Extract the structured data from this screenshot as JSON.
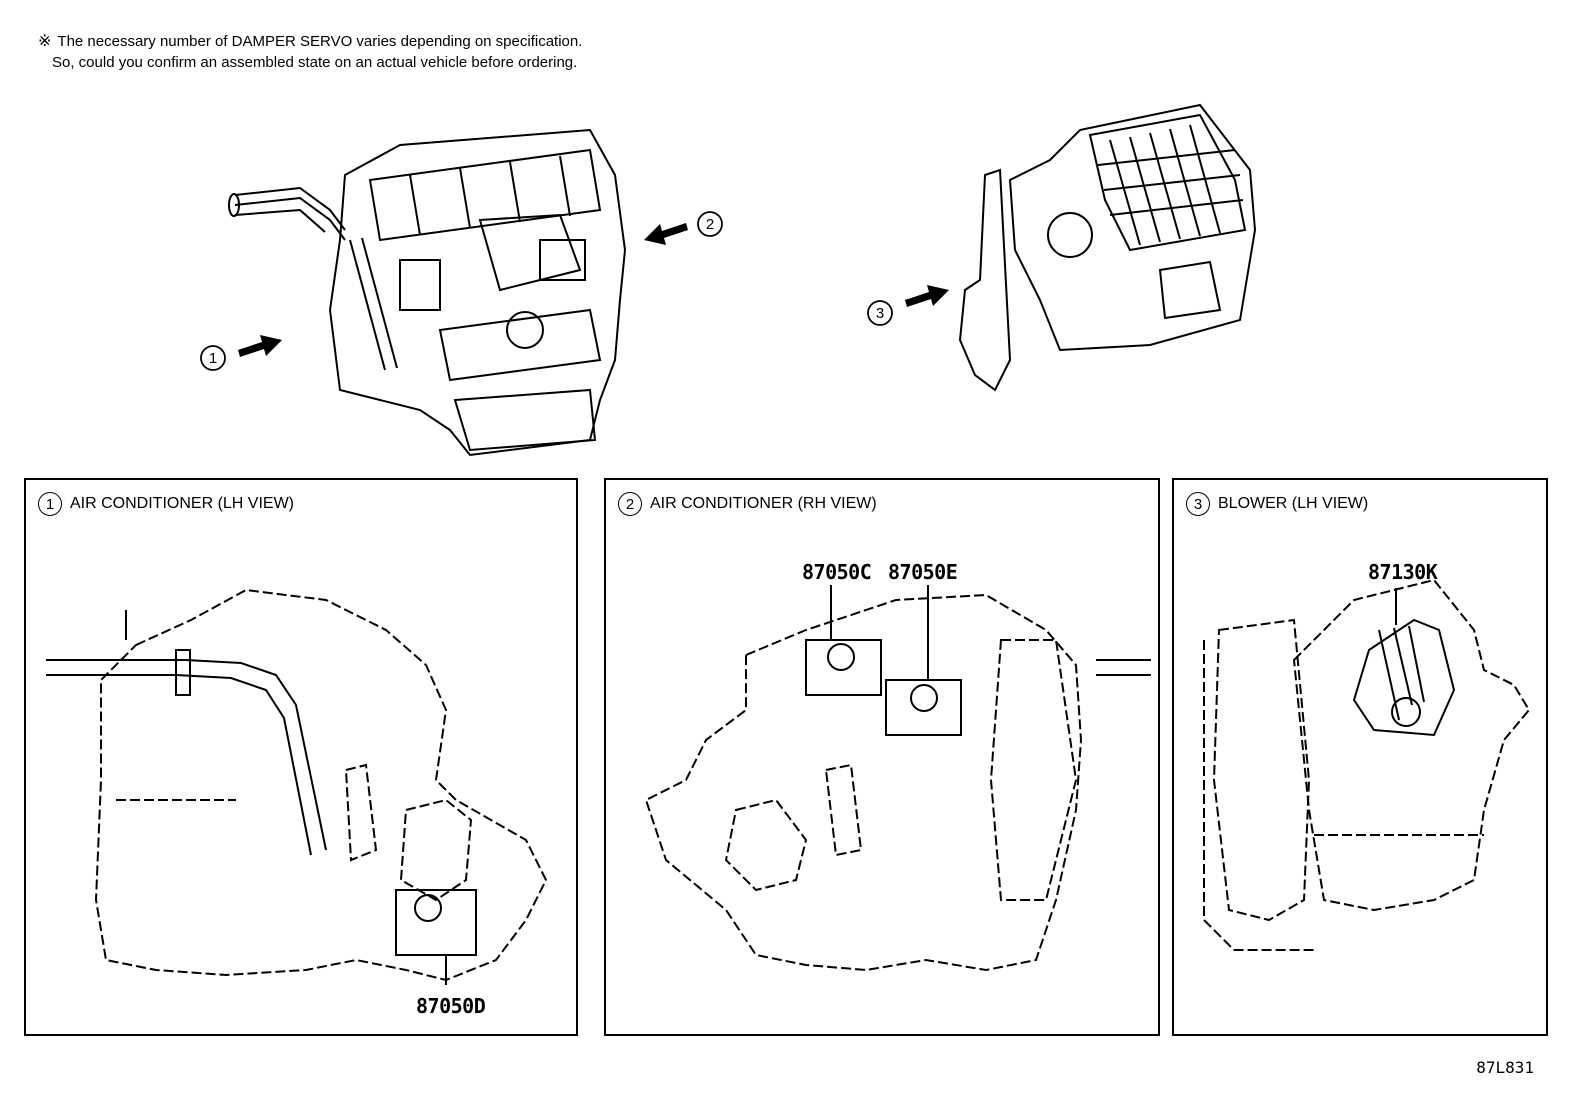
{
  "note": {
    "mark": "※",
    "line1": "The necessary number of DAMPER SERVO varies depending on specification.",
    "line2": "So, could you confirm an assembled state on an actual vehicle before ordering."
  },
  "overview_callouts": [
    "1",
    "2",
    "3"
  ],
  "panels": [
    {
      "num": "1",
      "title": "AIR CONDITIONER (LH VIEW)",
      "parts": [
        "87050D"
      ]
    },
    {
      "num": "2",
      "title": "AIR CONDITIONER (RH VIEW)",
      "parts": [
        "87050C",
        "87050E"
      ]
    },
    {
      "num": "3",
      "title": "BLOWER (LH VIEW)",
      "parts": [
        "87130K"
      ]
    }
  ],
  "reference_code": "87L831"
}
